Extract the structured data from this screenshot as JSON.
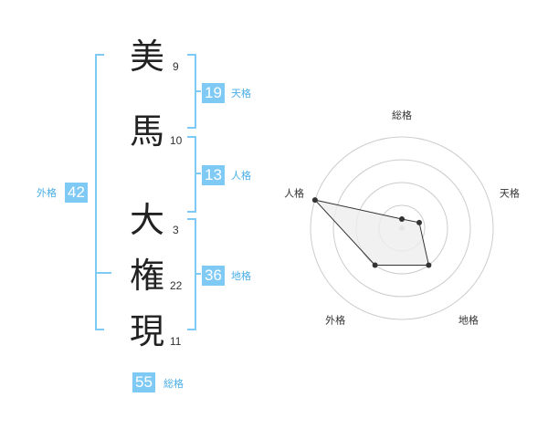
{
  "chars": [
    {
      "char": "美",
      "strokes": "9"
    },
    {
      "char": "馬",
      "strokes": "10"
    },
    {
      "char": "大",
      "strokes": "3"
    },
    {
      "char": "権",
      "strokes": "22"
    },
    {
      "char": "現",
      "strokes": "11"
    }
  ],
  "fortunes": {
    "tenkaku": {
      "value": "19",
      "label": "天格"
    },
    "jinkaku": {
      "value": "13",
      "label": "人格"
    },
    "chikaku": {
      "value": "36",
      "label": "地格"
    },
    "gaikaku": {
      "value": "42",
      "label": "外格"
    },
    "soukaku": {
      "value": "55",
      "label": "総格"
    }
  },
  "chart_data": {
    "type": "radar",
    "axes": [
      "総格",
      "天格",
      "地格",
      "外格",
      "人格"
    ],
    "values": [
      0.1,
      0.2,
      0.5,
      0.5,
      1.0
    ],
    "range": [
      0,
      1
    ],
    "rings": 4,
    "colors": {
      "fill": "#eeeeee",
      "line": "#333333",
      "grid": "#cccccc",
      "point": "#333333"
    }
  },
  "colors": {
    "accent": "#7fc9f5",
    "accent_text": "#49aee8"
  }
}
